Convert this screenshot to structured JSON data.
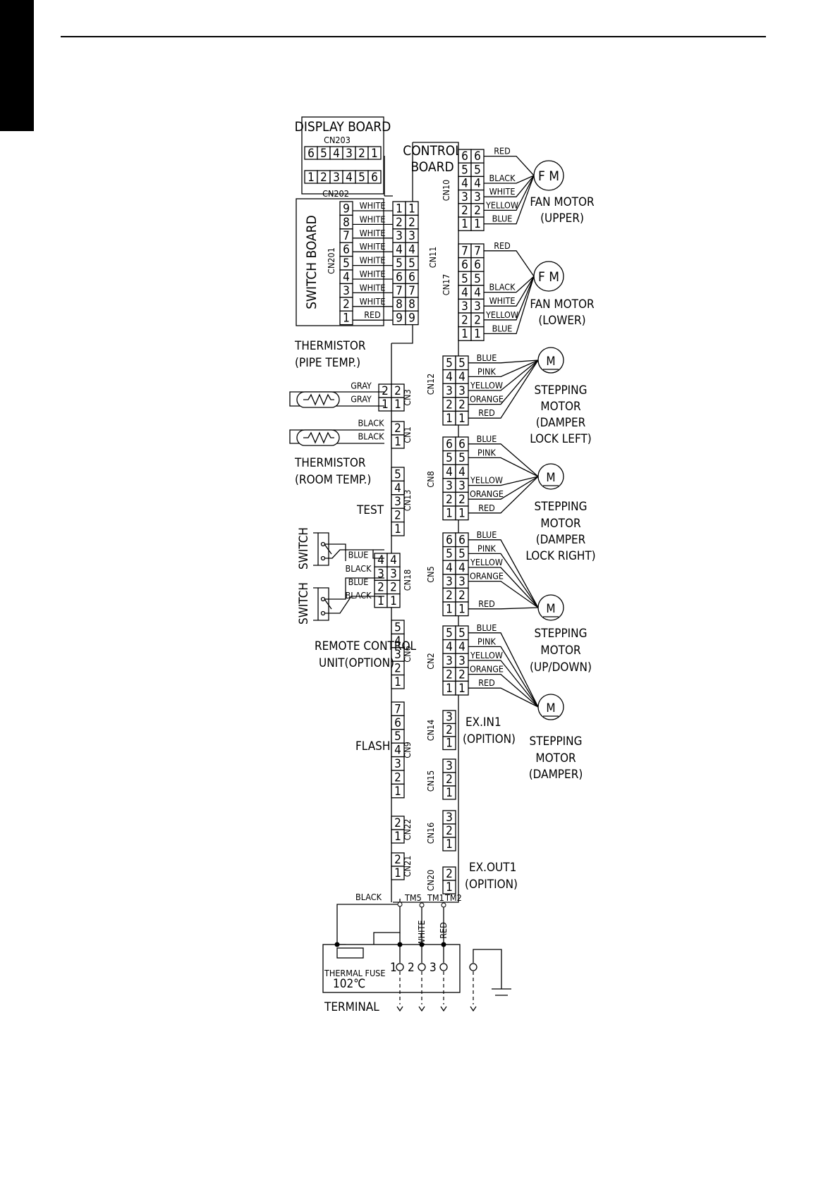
{
  "page": {
    "side_tab_color": "#000000"
  },
  "labels": {
    "display_board": "DISPLAY BOARD",
    "cn203": "CN203",
    "cn202": "CN202",
    "switch_board": "SWITCH BOARD",
    "cn201": "CN201",
    "control_board": [
      "CONTROL",
      "BOARD"
    ],
    "thermistor_pipe": [
      "THERMISTOR",
      "(PIPE TEMP.)"
    ],
    "thermistor_room": [
      "THERMISTOR",
      "(ROOM TEMP.)"
    ],
    "test": "TEST",
    "switch": "SWITCH",
    "remote_control": [
      "REMOTE CONTROL",
      "UNIT(OPTION)"
    ],
    "flash": "FLASH",
    "ex_in1": [
      "EX.IN1",
      "(OPITION)"
    ],
    "ex_out1": [
      "EX.OUT1",
      "(OPITION)"
    ],
    "fan_upper": [
      "FAN MOTOR",
      "(UPPER)"
    ],
    "fan_lower": [
      "FAN MOTOR",
      "(LOWER)"
    ],
    "fm_symbol": "F M",
    "m_symbol": "M",
    "step_lock_left": [
      "STEPPING",
      "MOTOR",
      "(DAMPER",
      "LOCK LEFT)"
    ],
    "step_lock_right": [
      "STEPPING",
      "MOTOR",
      "(DAMPER",
      "LOCK RIGHT)"
    ],
    "step_updown": [
      "STEPPING",
      "MOTOR",
      "(UP/DOWN)"
    ],
    "step_damper": [
      "STEPPING",
      "MOTOR",
      "(DAMPER)"
    ],
    "thermal_fuse": [
      "THERMAL FUSE",
      "102℃"
    ],
    "terminal": "TERMINAL",
    "tm5": "TM5",
    "tm1": "TM1",
    "tm2": "TM2",
    "terminal_numbers": [
      "1",
      "2",
      "3"
    ]
  },
  "connectors": {
    "cn203": {
      "name": "CN203",
      "pins": [
        "6",
        "5",
        "4",
        "3",
        "2",
        "1"
      ]
    },
    "cn202": {
      "name": "CN202",
      "pins": [
        "1",
        "2",
        "3",
        "4",
        "5",
        "6"
      ]
    },
    "cn201": {
      "name": "CN201",
      "pins": [
        "9",
        "8",
        "7",
        "6",
        "5",
        "4",
        "3",
        "2",
        "1"
      ]
    },
    "cn11": {
      "name": "CN11",
      "pins": [
        "1",
        "2",
        "3",
        "4",
        "5",
        "6",
        "7",
        "8",
        "9"
      ],
      "wires": [
        "WHITE",
        "WHITE",
        "WHITE",
        "WHITE",
        "WHITE",
        "WHITE",
        "WHITE",
        "WHITE",
        "RED"
      ]
    },
    "cn10": {
      "name": "CN10",
      "pins": [
        "6",
        "5",
        "4",
        "3",
        "2",
        "1"
      ],
      "wires": [
        "RED",
        "",
        "BLACK",
        "WHITE",
        "YELLOW",
        "BLUE"
      ]
    },
    "cn17": {
      "name": "CN17",
      "pins": [
        "7",
        "6",
        "5",
        "4",
        "3",
        "2",
        "1"
      ],
      "wires": [
        "RED",
        "",
        "",
        "BLACK",
        "WHITE",
        "YELLOW",
        "BLUE"
      ]
    },
    "cn12": {
      "name": "CN12",
      "pins": [
        "5",
        "4",
        "3",
        "2",
        "1"
      ],
      "wires": [
        "BLUE",
        "PINK",
        "YELLOW",
        "ORANGE",
        "RED"
      ]
    },
    "cn8": {
      "name": "CN8",
      "pins": [
        "6",
        "5",
        "4",
        "3",
        "2",
        "1"
      ],
      "wires": [
        "BLUE",
        "PINK",
        "",
        "YELLOW",
        "ORANGE",
        "RED"
      ]
    },
    "cn5": {
      "name": "CN5",
      "pins": [
        "6",
        "5",
        "4",
        "3",
        "2",
        "1"
      ],
      "wires": [
        "BLUE",
        "PINK",
        "YELLOW",
        "ORANGE",
        "",
        "RED"
      ]
    },
    "cn2": {
      "name": "CN2",
      "pins": [
        "5",
        "4",
        "3",
        "2",
        "1"
      ],
      "wires": [
        "BLUE",
        "PINK",
        "YELLOW",
        "ORANGE",
        "RED"
      ]
    },
    "cn3": {
      "name": "CN3",
      "pins": [
        "2",
        "1"
      ],
      "wires": [
        "GRAY",
        "GRAY"
      ]
    },
    "cn1": {
      "name": "CN1",
      "pins": [
        "2",
        "1"
      ],
      "wires": [
        "BLACK",
        "BLACK"
      ]
    },
    "cn13": {
      "name": "CN13",
      "pins": [
        "5",
        "4",
        "3",
        "2",
        "1"
      ]
    },
    "cn18": {
      "name": "CN18",
      "pins": [
        "4",
        "3",
        "2",
        "1"
      ],
      "wires": [
        "BLUE",
        "BLACK",
        "BLUE",
        "BLACK"
      ]
    },
    "cn6": {
      "name": "CN6",
      "pins": [
        "5",
        "4",
        "3",
        "2",
        "1"
      ]
    },
    "cn9": {
      "name": "CN9",
      "pins": [
        "7",
        "6",
        "5",
        "4",
        "3",
        "2",
        "1"
      ]
    },
    "cn22": {
      "name": "CN22",
      "pins": [
        "2",
        "1"
      ]
    },
    "cn21": {
      "name": "CN21",
      "pins": [
        "2",
        "1"
      ]
    },
    "cn14": {
      "name": "CN14",
      "pins": [
        "3",
        "2",
        "1"
      ]
    },
    "cn15": {
      "name": "CN15",
      "pins": [
        "3",
        "2",
        "1"
      ]
    },
    "cn16": {
      "name": "CN16",
      "pins": [
        "3",
        "2",
        "1"
      ]
    },
    "cn20": {
      "name": "CN20",
      "pins": [
        "2",
        "1"
      ]
    }
  },
  "bottom_wires": {
    "tm5": "BLACK",
    "tm1": "WHITE",
    "tm2": "RED"
  }
}
